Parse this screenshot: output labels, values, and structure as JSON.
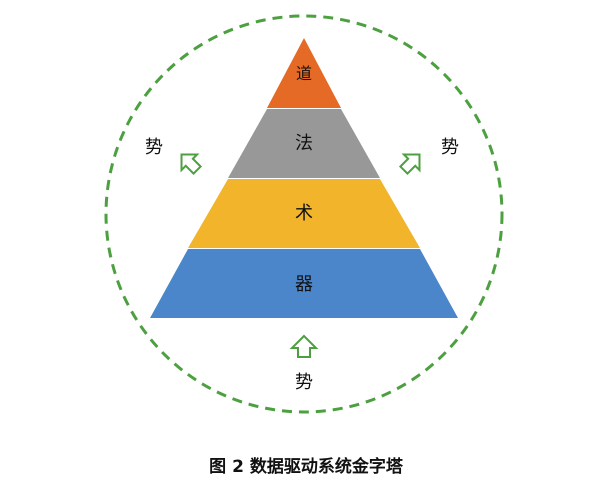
{
  "diagram": {
    "layers": [
      {
        "label": "道",
        "color": "#E46A25"
      },
      {
        "label": "法",
        "color": "#989898"
      },
      {
        "label": "术",
        "color": "#F1B42B"
      },
      {
        "label": "器",
        "color": "#4A86C9"
      }
    ],
    "surround_labels": {
      "left": "势",
      "right": "势",
      "bottom": "势"
    },
    "circle_color": "#4CA03F",
    "arrow_color": "#4CA03F"
  },
  "caption": "图 2  数据驱动系统金字塔"
}
